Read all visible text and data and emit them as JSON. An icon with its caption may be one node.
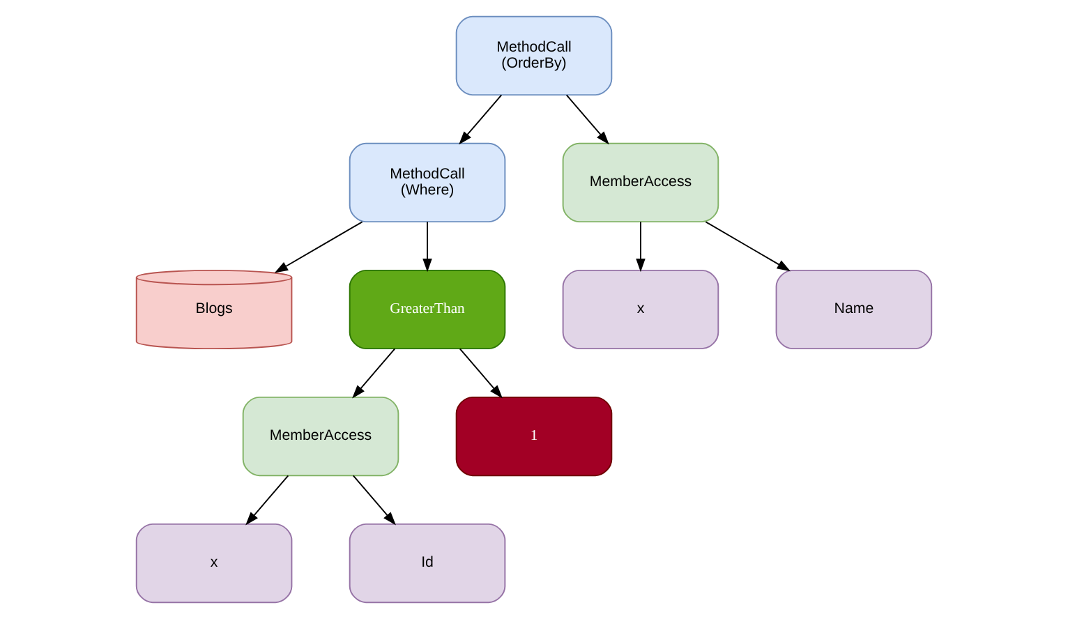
{
  "diagram": {
    "nodes": [
      {
        "text": [
          "MethodCall (OrderBy)"
        ]
      },
      {
        "text": [
          "MethodCall (Where)"
        ]
      },
      {
        "text": [
          "MemberAccess"
        ]
      },
      {
        "text": [
          "Blogs"
        ]
      },
      {
        "text": [
          "GreaterThan"
        ]
      },
      {
        "text": [
          "x"
        ]
      },
      {
        "text": [
          "Name"
        ]
      },
      {
        "text": [
          "MemberAccess"
        ]
      },
      {
        "text": [
          "1"
        ]
      },
      {
        "text": [
          "x"
        ]
      },
      {
        "text": [
          "Id"
        ]
      }
    ],
    "edges": [
      {
        "from": 0,
        "to": 1,
        "arrow": "to"
      },
      {
        "from": 0,
        "to": 2,
        "arrow": "to"
      },
      {
        "from": 1,
        "to": 3,
        "arrow": "to"
      },
      {
        "from": 1,
        "to": 4,
        "arrow": "to"
      },
      {
        "from": 2,
        "to": 5,
        "arrow": "to"
      },
      {
        "from": 2,
        "to": 6,
        "arrow": "to"
      },
      {
        "from": 4,
        "to": 7,
        "arrow": "to"
      },
      {
        "from": 4,
        "to": 8,
        "arrow": "to"
      },
      {
        "from": 7,
        "to": 9,
        "arrow": "to"
      },
      {
        "from": 7,
        "to": 10,
        "arrow": "to"
      }
    ]
  }
}
